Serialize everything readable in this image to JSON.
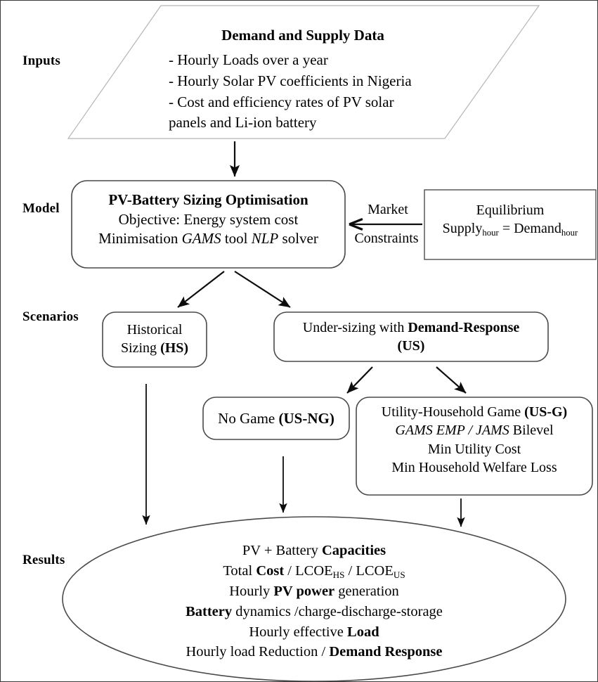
{
  "diagram": {
    "title": "PV-Battery Sizing Optimisation Flowchart",
    "type": "flowchart",
    "stage_labels": [
      {
        "key": "inputs",
        "label": "Inputs"
      },
      {
        "key": "model",
        "label": "Model"
      },
      {
        "key": "scenarios",
        "label": "Scenarios"
      },
      {
        "key": "results",
        "label": "Results"
      }
    ],
    "inputs_node": {
      "shape": "parallelogram",
      "heading": "Demand and Supply Data",
      "bullets": [
        "- Hourly Loads over a year",
        "- Hourly Solar PV coefficients in Nigeria",
        "- Cost and efficiency rates of PV solar",
        "panels and Li-ion battery"
      ]
    },
    "model_node": {
      "shape": "rounded-rect",
      "line1": "PV-Battery Sizing Optimisation",
      "line2": "Objective: Energy system cost",
      "line3_pre": "Minimisation ",
      "line3_em1": "GAMS",
      "line3_mid": " tool ",
      "line3_em2": "NLP",
      "line3_post": " solver"
    },
    "equilibrium_node": {
      "shape": "rect",
      "line1": "Equilibrium",
      "line2_supply": "Supply",
      "line2_sub1": "hour",
      "line2_eq": " = ",
      "line2_demand": "Demand",
      "line2_sub2": "hour"
    },
    "market_constraints_label": {
      "top": "Market",
      "bottom": "Constraints"
    },
    "scenario_nodes": [
      {
        "key": "hs",
        "shape": "rounded-rect",
        "line1": "Historical",
        "line2_pre": "Sizing ",
        "line2_code": "(HS)"
      },
      {
        "key": "us",
        "shape": "rounded-rect",
        "line1_pre": "Under-sizing with ",
        "line1_em": "Demand-Response",
        "line2_code": "(US)"
      }
    ],
    "subscenario_nodes": [
      {
        "key": "us-ng",
        "shape": "rounded-rect",
        "line1_pre": "No Game ",
        "line1_code": "(US-NG)"
      },
      {
        "key": "us-g",
        "shape": "rounded-rect",
        "line1_pre": "Utility-Household Game ",
        "line1_code": "(US-G)",
        "line2_em1": "GAMS EMP / JAMS",
        "line2_post": " Bilevel",
        "line3": "Min Utility Cost",
        "line4": "Min Household Welfare Loss"
      }
    ],
    "results_node": {
      "shape": "ellipse",
      "lines": [
        {
          "pre": "PV + Battery ",
          "em": "Capacities",
          "post": ""
        },
        {
          "pre": "Total ",
          "em": "Cost",
          "post": " / LCOE",
          "sub1": "HS",
          "mid": " / LCOE",
          "sub2": "US"
        },
        {
          "pre": "Hourly ",
          "em": "PV power",
          "post": " generation"
        },
        {
          "pre": "",
          "em": "Battery",
          "post": " dynamics /charge-discharge-storage"
        },
        {
          "pre": "Hourly effective ",
          "em": "Load",
          "post": ""
        },
        {
          "pre": "Hourly load Reduction / ",
          "em": "Demand Response",
          "post": ""
        }
      ]
    },
    "colors": {
      "background": "#ffffff",
      "text": "#000000",
      "connector": "#0d0d0d",
      "light_outline": "#b5b5b5",
      "dark_outline": "#4a4a4a",
      "frame": "#3a3a3a"
    }
  }
}
